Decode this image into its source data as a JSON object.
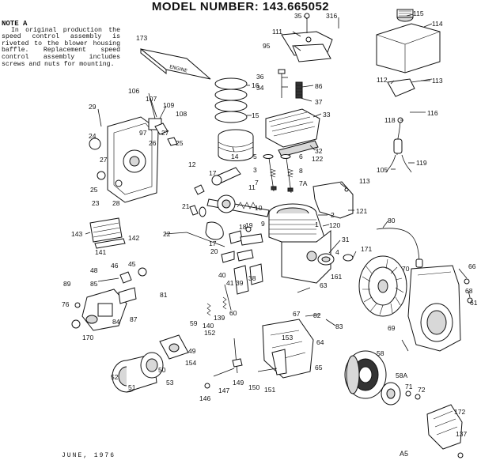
{
  "header": {
    "title": "MODEL NUMBER:  143.665052"
  },
  "note": {
    "heading": "NOTE A",
    "body": "In original production the speed control assembly is riveted to the blower housing baffle. Replacement speed control assembly includes screws and nuts for mounting."
  },
  "footer": {
    "date": "JUNE, 1976",
    "code": "A5"
  },
  "labels": {
    "l35": "35",
    "l316": "316",
    "l115": "115",
    "l114": "114",
    "l111": "111",
    "l95": "95",
    "l173": "173",
    "l36": "36",
    "l86": "86",
    "l34": "34",
    "l37": "37",
    "l112": "112",
    "l113a": "113",
    "l33": "33",
    "l118": "118",
    "l116": "116",
    "l106": "106",
    "l107": "107",
    "l109": "109",
    "l108": "108",
    "l29": "29",
    "l97": "97",
    "l27a": "27",
    "l25a": "25",
    "l26": "26",
    "l24": "24",
    "l27b": "27",
    "l25b": "25",
    "l23": "23",
    "l28": "28",
    "l16": "16",
    "l15": "15",
    "l14": "14",
    "l32": "32",
    "l122": "122",
    "l119": "119",
    "l105": "105",
    "l5": "5",
    "l6": "6",
    "l3": "3",
    "l8": "8",
    "l7": "7",
    "l7a": "7A",
    "l2": "2",
    "l12": "12",
    "l17a": "17",
    "l11": "11",
    "l113b": "113",
    "l121": "121",
    "l21": "21",
    "l10": "10",
    "l9": "9",
    "l1": "1",
    "l120": "120",
    "l80": "80",
    "l143": "143",
    "l142": "142",
    "l141": "141",
    "l22": "22",
    "l17b": "17",
    "l20": "20",
    "l18": "18",
    "l19": "19",
    "l31": "31",
    "l4": "4",
    "l171": "171",
    "l161": "161",
    "l46": "46",
    "l48": "48",
    "l45": "45",
    "l85": "85",
    "l40": "40",
    "l41": "41",
    "l39": "39",
    "l38": "38",
    "l70": "70",
    "l66": "66",
    "l89": "89",
    "l81": "81",
    "l76": "76",
    "l87": "87",
    "l84": "84",
    "l63": "63",
    "l68": "68",
    "l61": "61",
    "l59": "59",
    "l140": "140",
    "l139": "139",
    "l60": "60",
    "l67": "67",
    "l82": "82",
    "l83": "83",
    "l69": "69",
    "l170": "170",
    "l152": "152",
    "l153": "153",
    "l64": "64",
    "l49": "49",
    "l154": "154",
    "l65": "65",
    "l58": "58",
    "l50": "50",
    "l52": "52",
    "l51": "51",
    "l53": "53",
    "l149": "149",
    "l147": "147",
    "l146": "146",
    "l150": "150",
    "l151": "151",
    "l58a": "58A",
    "l71": "71",
    "l72": "72",
    "l172": "172",
    "l137": "137"
  }
}
